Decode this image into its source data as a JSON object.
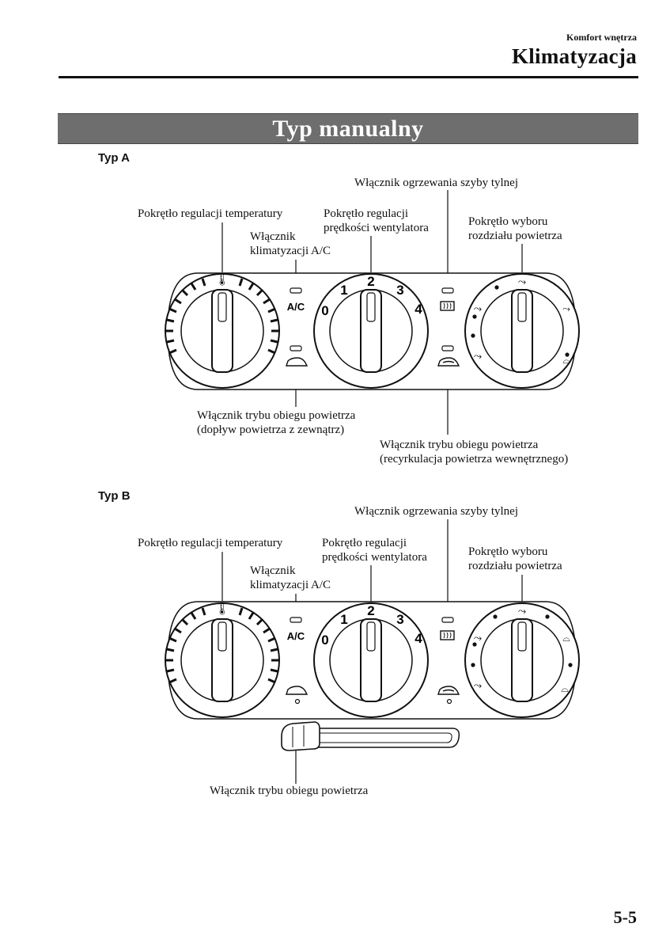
{
  "header": {
    "section": "Komfort wnętrza",
    "title": "Klimatyzacja"
  },
  "banner": "Typ manualny",
  "type_a": {
    "heading": "Typ A",
    "labels": {
      "rear_defrost": "Włącznik ogrzewania szyby tylnej",
      "temp_knob": "Pokrętło regulacji temperatury",
      "fan_knob_1": "Pokrętło regulacji",
      "fan_knob_2": "prędkości wentylatora",
      "air_dist_1": "Pokrętło wyboru",
      "air_dist_2": "rozdziału powietrza",
      "ac_1": "Włącznik",
      "ac_2": "klimatyzacji A/C",
      "fresh_1": "Włącznik trybu obiegu powietrza",
      "fresh_2": "(dopływ powietrza z zewnątrz)",
      "recirc_1": "Włącznik trybu obiegu powietrza",
      "recirc_2": "(recyrkulacja powietrza wewnętrznego)"
    }
  },
  "type_b": {
    "heading": "Typ B",
    "labels": {
      "rear_defrost": "Włącznik ogrzewania szyby tylnej",
      "temp_knob": "Pokrętło regulacji temperatury",
      "fan_knob_1": "Pokrętło regulacji",
      "fan_knob_2": "prędkości wentylatora",
      "air_dist_1": "Pokrętło wyboru",
      "air_dist_2": "rozdziału powietrza",
      "ac_1": "Włącznik",
      "ac_2": "klimatyzacji A/C",
      "lever": "Włącznik trybu obiegu powietrza"
    }
  },
  "panel": {
    "ac_text": "A/C",
    "fan_speeds": [
      "0",
      "1",
      "2",
      "3",
      "4"
    ]
  },
  "page_number": "5-5"
}
